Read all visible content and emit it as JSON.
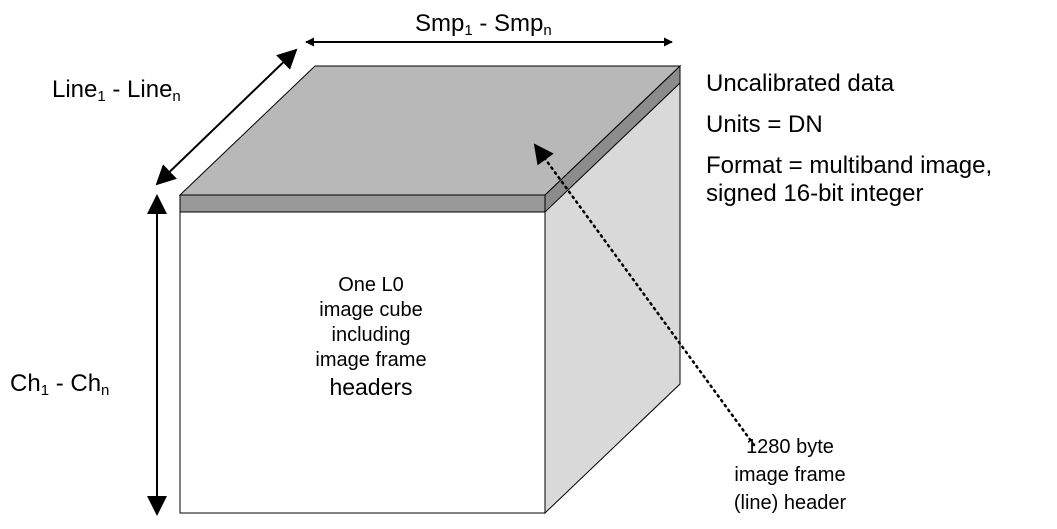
{
  "labels": {
    "samples": {
      "base1": "Smp",
      "sub1": "1",
      "sep": " - ",
      "base2": "Smp",
      "sub2": "n"
    },
    "lines": {
      "base1": "Line",
      "sub1": "1",
      "sep": " - ",
      "base2": "Line",
      "sub2": "n"
    },
    "channels": {
      "base1": "Ch",
      "sub1": "1",
      "sep": " - ",
      "base2": "Ch",
      "sub2": "n"
    }
  },
  "notes": {
    "calibration": "Uncalibrated data",
    "units": "Units = DN",
    "format_line1": "Format = multiband image,",
    "format_line2": "signed 16-bit integer"
  },
  "cube_caption": {
    "line1": "One L0",
    "line2": "image cube",
    "line3": "including",
    "line4": "image frame",
    "line5": "headers"
  },
  "header_caption": {
    "line1": "1280 byte",
    "line2": "image frame",
    "line3": "(line) header"
  },
  "colors": {
    "top_face": "#b8b8b8",
    "header_slab": "#999999",
    "side_face": "#d9d9d9",
    "front_face": "#ffffff"
  }
}
